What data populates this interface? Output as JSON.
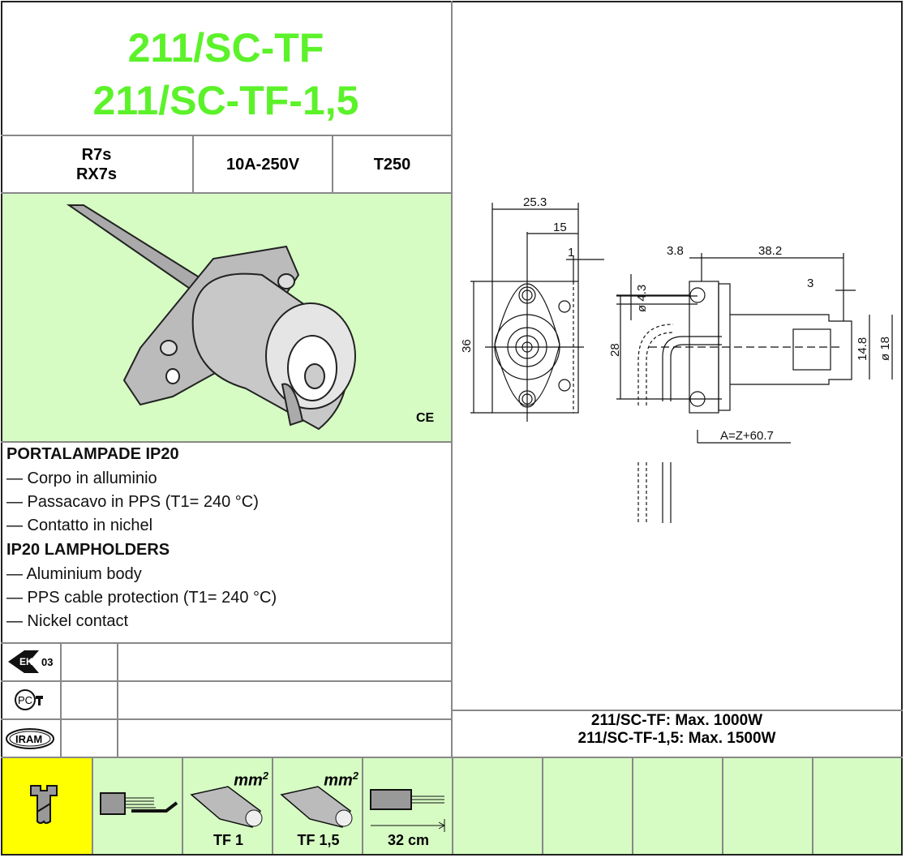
{
  "title": {
    "line1": "211/SC-TF",
    "line2": "211/SC-TF-1,5"
  },
  "specs": {
    "base_line1": "R7s",
    "base_line2": "RX7s",
    "rating": "10A-250V",
    "temperature": "T250"
  },
  "ce_mark": "CE",
  "description": {
    "it_heading": "PORTALAMPADE IP20",
    "it_items": [
      "— Corpo in alluminio",
      "— Passacavo in PPS (T1= 240 °C)",
      "— Contatto in nichel"
    ],
    "en_heading": "IP20 LAMPHOLDERS",
    "en_items": [
      "— Aluminium body",
      "— PPS cable protection (T1= 240 °C)",
      "— Nickel contact"
    ]
  },
  "certifications": [
    {
      "icon": "enec-03-icon",
      "text": "03"
    },
    {
      "icon": "pct-gost-icon",
      "text": "PC"
    },
    {
      "icon": "iram-icon",
      "text": "IRAM"
    }
  ],
  "drawing": {
    "dims": [
      "25.3",
      "15",
      "1",
      "36",
      "3.8",
      "38.2",
      "ø 4.3",
      "28",
      "3",
      "14.8",
      "ø 18",
      "A=Z+60.7"
    ]
  },
  "power": {
    "line1": "211/SC-TF: Max. 1000W",
    "line2": "211/SC-TF-1,5: Max. 1500W"
  },
  "bottom": {
    "mm_label": "mm",
    "mm_sup": "2",
    "tf1": "TF 1",
    "tf15": "TF 1,5",
    "length": "32 cm"
  },
  "colors": {
    "title": "#5cf22a",
    "panel": "#d6fcc4",
    "yellow": "#ffff00"
  }
}
